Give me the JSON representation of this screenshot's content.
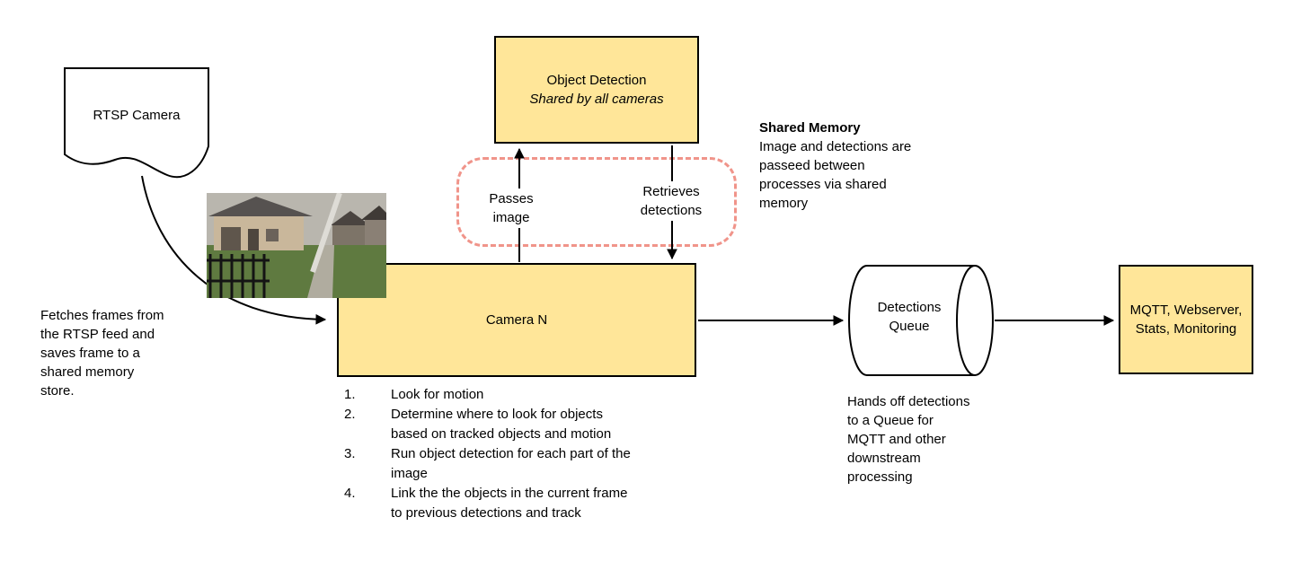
{
  "diagram": {
    "rtsp_camera": {
      "label": "RTSP Camera"
    },
    "object_detection": {
      "title": "Object Detection",
      "subtitle": "Shared by all cameras"
    },
    "camera_n": {
      "label": "Camera N"
    },
    "detections_queue": {
      "label": "Detections\nQueue"
    },
    "mqtt_box": {
      "label": "MQTT, Webserver,\nStats, Monitoring"
    },
    "edge_labels": {
      "passes_image": "Passes\nimage",
      "retrieves_detections": "Retrieves\ndetections"
    },
    "notes": {
      "fetch_note": "Fetches frames from\nthe RTSP feed and\nsaves frame to a\nshared memory\nstore.",
      "shared_memory_title": "Shared Memory",
      "shared_memory_body": "Image and detections are\npasseed between\nprocesses via shared\nmemory",
      "hands_off_note": "Hands off detections\nto a Queue for\nMQTT and other\ndownstream\nprocessing",
      "camera_steps": [
        {
          "num": "1.",
          "text": "Look for motion"
        },
        {
          "num": "2.",
          "text": "Determine where to look for objects\nbased on tracked objects and motion"
        },
        {
          "num": "3.",
          "text": "Run object detection for each part of the\nimage"
        },
        {
          "num": "4.",
          "text": "Link the the objects in the current frame\nto previous detections and track"
        }
      ]
    },
    "colors": {
      "node_fill": "#FFE699",
      "node_border": "#000000",
      "shared_memory_dash": "#F0948A",
      "connector": "#000000"
    }
  }
}
